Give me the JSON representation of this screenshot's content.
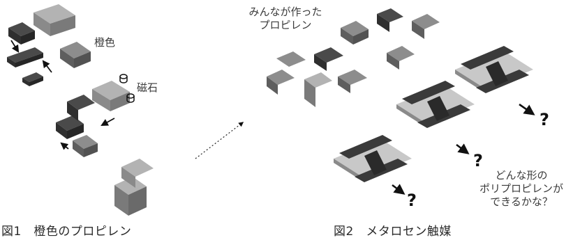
{
  "figure1": {
    "label_orange": "橙色",
    "label_magnet": "磁石",
    "caption": "図1　橙色のプロピレン"
  },
  "figure2": {
    "label_everyone_line1": "みんなが作った",
    "label_everyone_line2": "プロピレン",
    "question_mark": "?",
    "question_line1": "どんな形の",
    "question_line2": "ポリプロピレンが",
    "question_line3": "できるかな？",
    "caption": "図2　メタロセン触媒"
  },
  "colors": {
    "dark_brick": "#3d3d3d",
    "light_brick": "#9a9a9a",
    "base_plate": "#c8c8c8"
  }
}
